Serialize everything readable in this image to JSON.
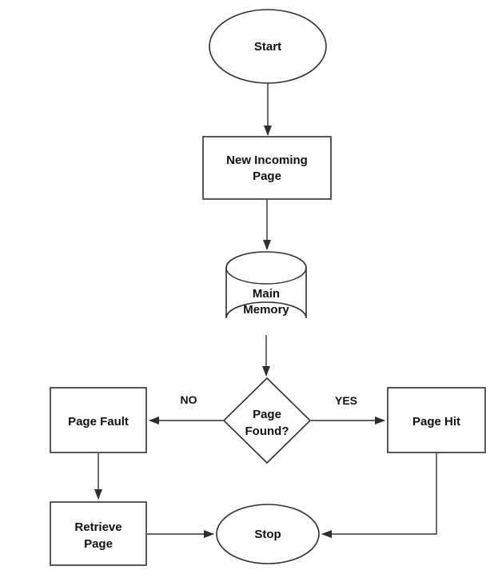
{
  "diagram": {
    "type": "flowchart",
    "nodes": {
      "start": {
        "type": "terminator",
        "label": "Start"
      },
      "new_incoming_page": {
        "type": "process",
        "label": "New Incoming Page",
        "label_line1": "New Incoming",
        "label_line2": "Page"
      },
      "main_memory": {
        "type": "database",
        "label": "Main Memory",
        "label_line1": "Main",
        "label_line2": "Memory"
      },
      "page_found": {
        "type": "decision",
        "label": "Page Found?",
        "label_line1": "Page",
        "label_line2": "Found?"
      },
      "page_fault": {
        "type": "process",
        "label": "Page Fault"
      },
      "page_hit": {
        "type": "process",
        "label": "Page Hit"
      },
      "retrieve_page": {
        "type": "process",
        "label": "Retrieve Page",
        "label_line1": "Retrieve",
        "label_line2": "Page"
      },
      "stop": {
        "type": "terminator",
        "label": "Stop"
      }
    },
    "edges": [
      {
        "from": "start",
        "to": "new_incoming_page",
        "label": ""
      },
      {
        "from": "new_incoming_page",
        "to": "main_memory",
        "label": ""
      },
      {
        "from": "main_memory",
        "to": "page_found",
        "label": ""
      },
      {
        "from": "page_found",
        "to": "page_fault",
        "label": "NO"
      },
      {
        "from": "page_found",
        "to": "page_hit",
        "label": "YES"
      },
      {
        "from": "page_fault",
        "to": "retrieve_page",
        "label": ""
      },
      {
        "from": "retrieve_page",
        "to": "stop",
        "label": ""
      },
      {
        "from": "page_hit",
        "to": "stop",
        "label": ""
      }
    ],
    "colors": {
      "stroke": "#2e2e2e",
      "node_fill": "#ffffff",
      "text": "#111111",
      "background": "#ffffff"
    }
  }
}
